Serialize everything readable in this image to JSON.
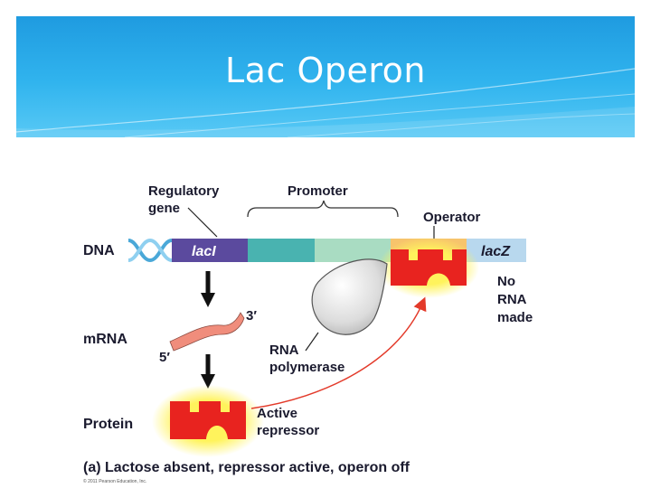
{
  "title": "Lac Operon",
  "labels": {
    "regulatory_gene_line1": "Regulatory",
    "regulatory_gene_line2": "gene",
    "promoter": "Promoter",
    "operator": "Operator",
    "dna": "DNA",
    "lacI": "lacI",
    "lacZ": "lacZ",
    "no_rna_line1": "No",
    "no_rna_line2": "RNA",
    "no_rna_line3": "made",
    "three_prime": "3′",
    "five_prime": "5′",
    "mrna": "mRNA",
    "rna_pol_line1": "RNA",
    "rna_pol_line2": "polymerase",
    "protein": "Protein",
    "active_repressor_line1": "Active",
    "active_repressor_line2": "repressor",
    "caption": "(a) Lactose absent, repressor active, operon off",
    "copyright": "© 2011 Pearson Education, Inc."
  },
  "colors": {
    "header_blue": "#2aa8e8",
    "lacI_purple": "#5b4a9e",
    "promoter_teal": "#49b3b0",
    "promoter_light": "#a9dcc2",
    "operator_orange": "#f7c46c",
    "lacZ_blue": "#b8d8ee",
    "repressor_red": "#e8231f",
    "glow_yellow": "#fff35c",
    "mrna_salmon": "#f08d7c",
    "arrow_red": "#e33a2a"
  }
}
